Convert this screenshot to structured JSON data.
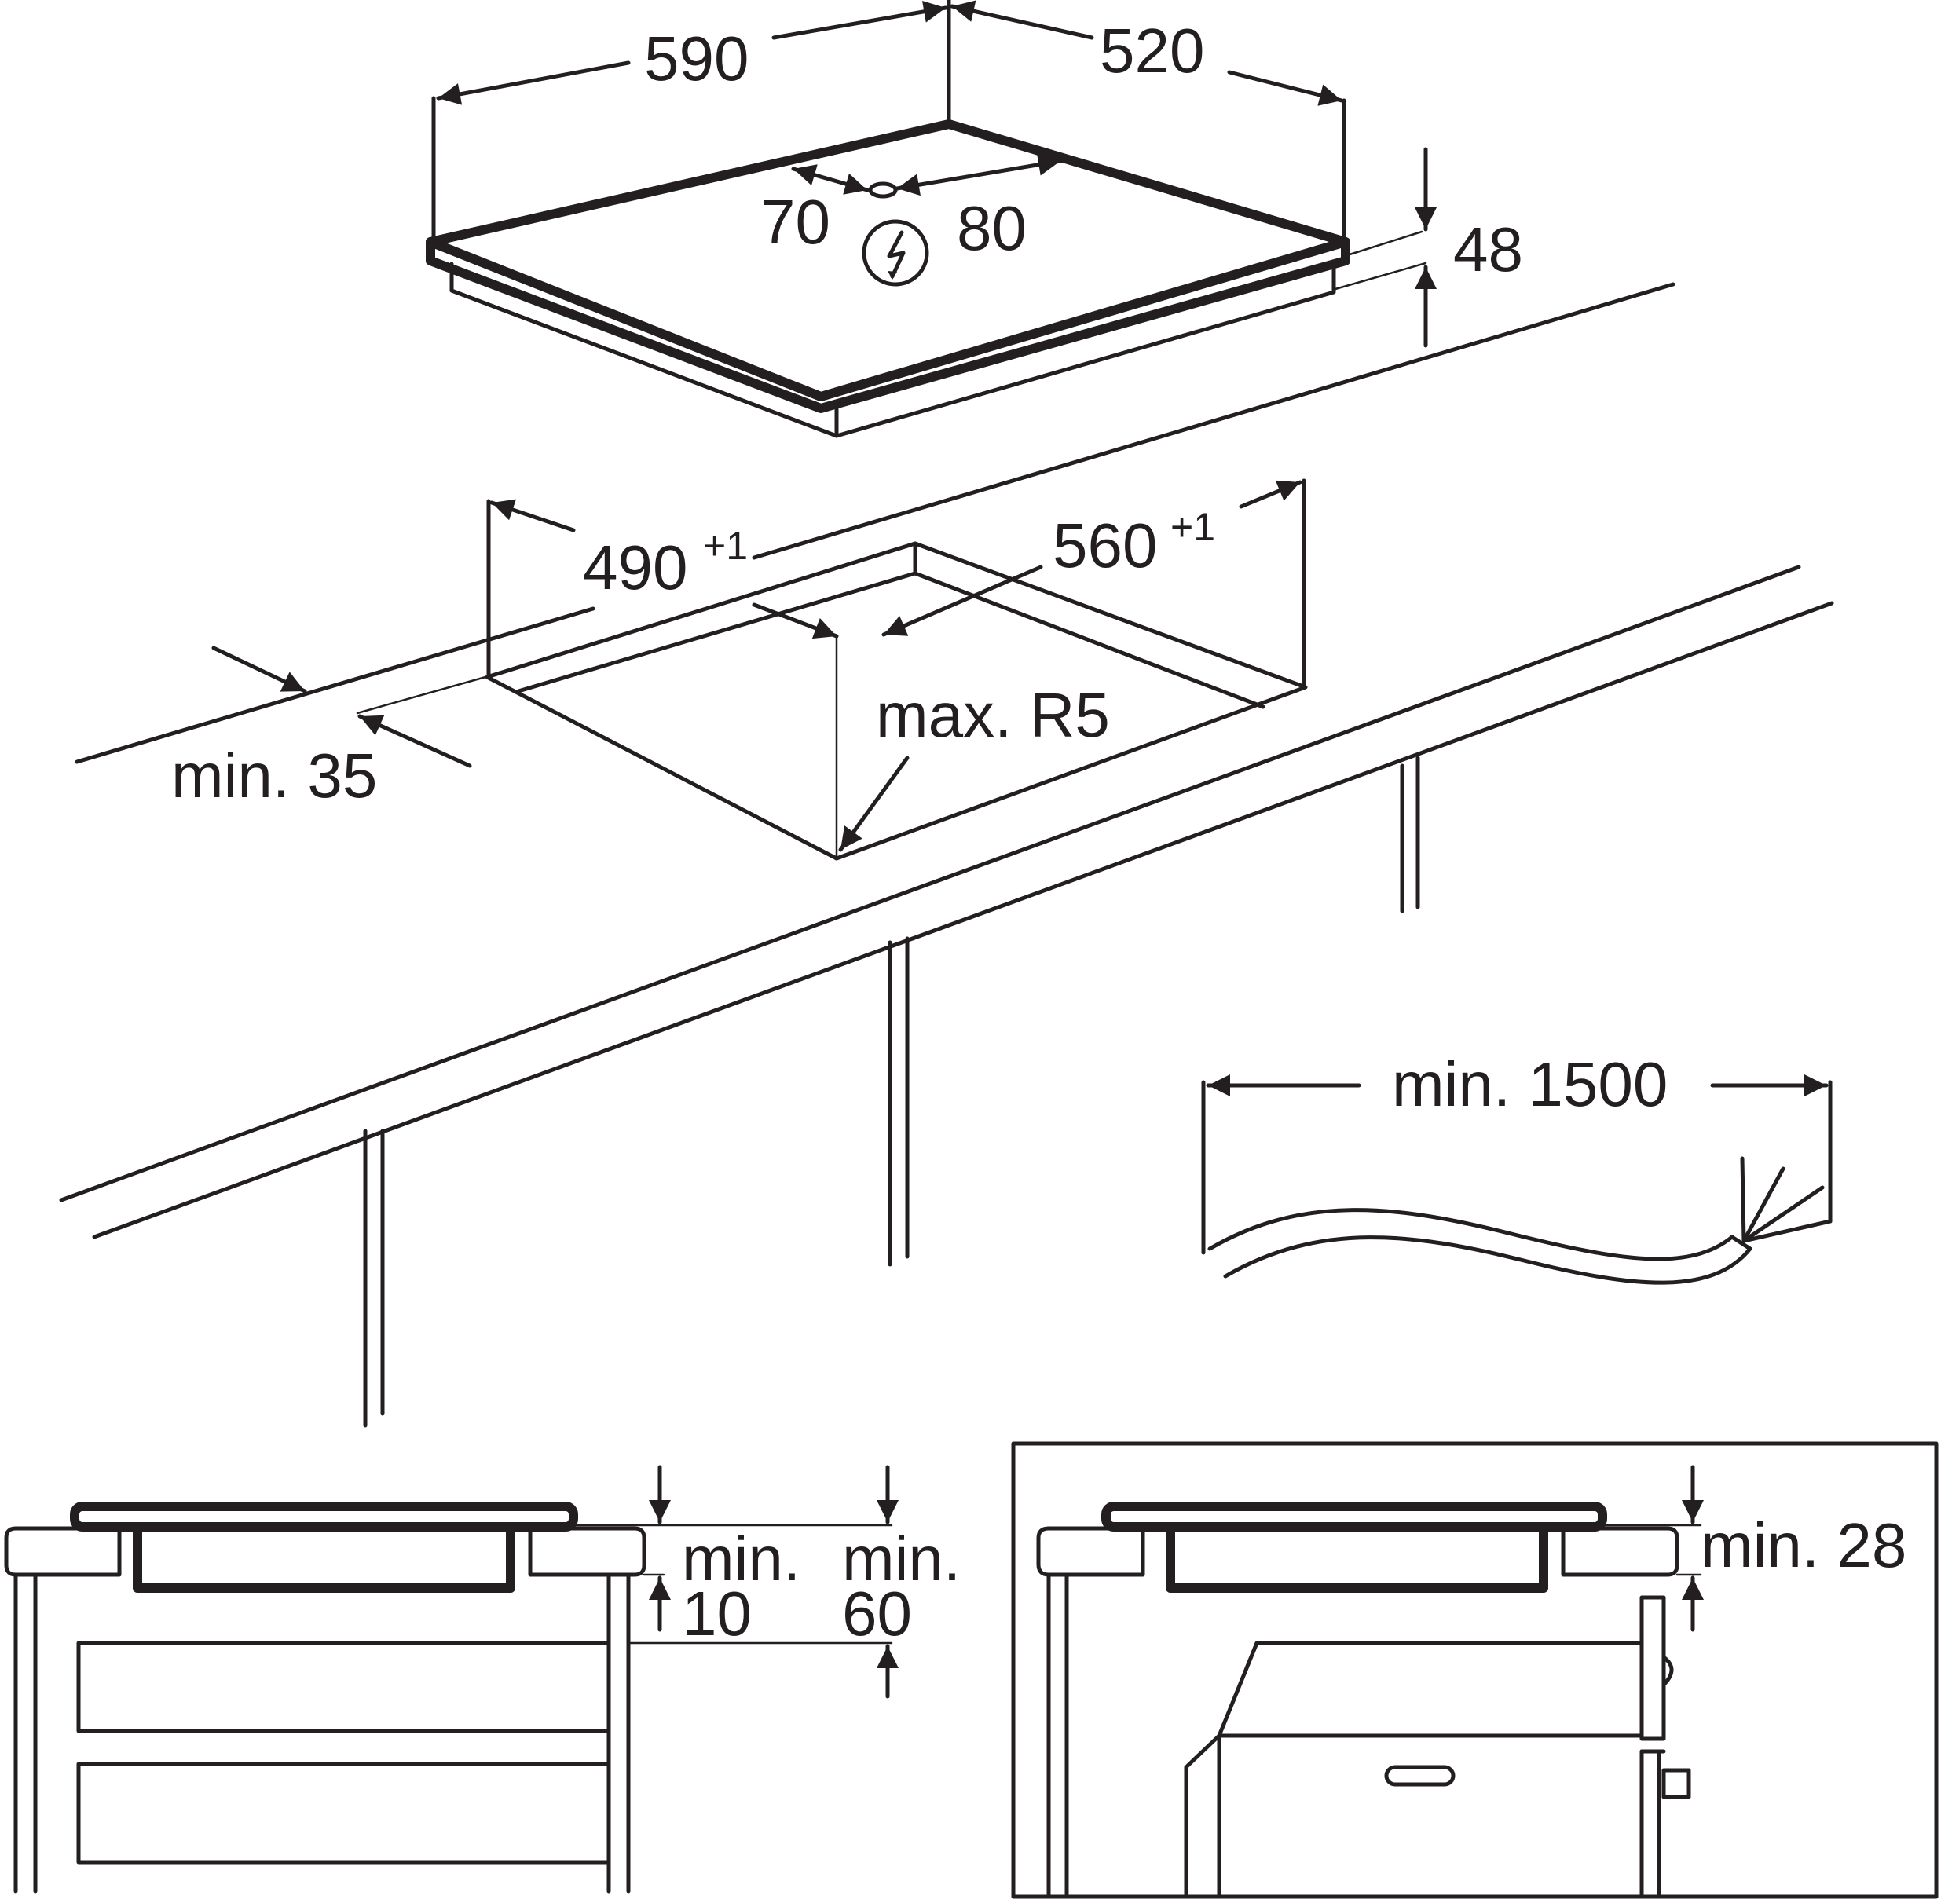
{
  "labels": {
    "width_590": "590",
    "depth_520": "520",
    "offset_70": "70",
    "offset_80": "80",
    "height_48": "48",
    "cutout_490": "490",
    "cutout_490_tol": "+1",
    "cutout_560": "560",
    "cutout_560_tol": "+1",
    "radius": "max. R5",
    "edge_min": "min. 35",
    "cable_min": "min. 1500",
    "gap_min_line1": "min.",
    "gap_min_value": "10",
    "space_min_line1": "min.",
    "space_min_value": "60",
    "oven_gap": "min. 28"
  },
  "icons": {
    "power": "electrical-connection-icon"
  },
  "colors": {
    "ink": "#231f20",
    "background": "#ffffff"
  }
}
